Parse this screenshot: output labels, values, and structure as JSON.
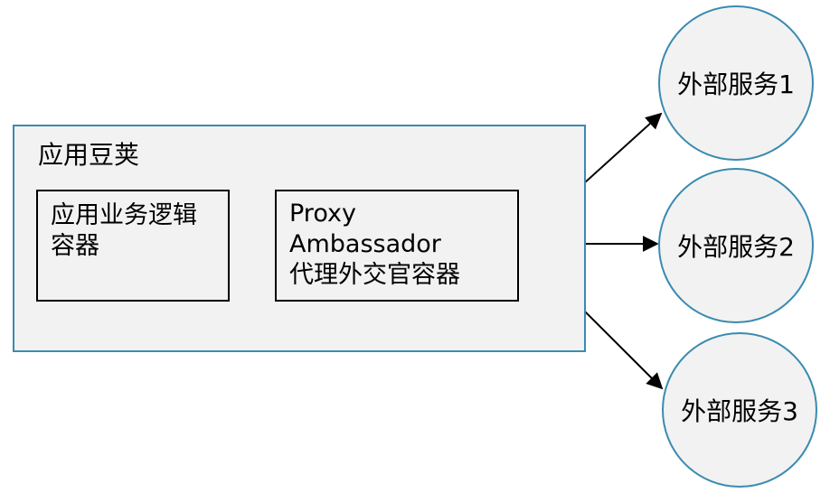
{
  "pod": {
    "title": "应用豆荚"
  },
  "app_container": {
    "line1": "应用业务逻辑",
    "line2": "容器"
  },
  "proxy": {
    "line1": "Proxy",
    "line2": "Ambassador",
    "line3": "代理外交官容器"
  },
  "services": [
    {
      "label": "外部服务1"
    },
    {
      "label": "外部服务2"
    },
    {
      "label": "外部服务3"
    }
  ],
  "colors": {
    "border_accent": "#3a8bb0",
    "fill": "#f2f2f2",
    "text": "#000000"
  }
}
